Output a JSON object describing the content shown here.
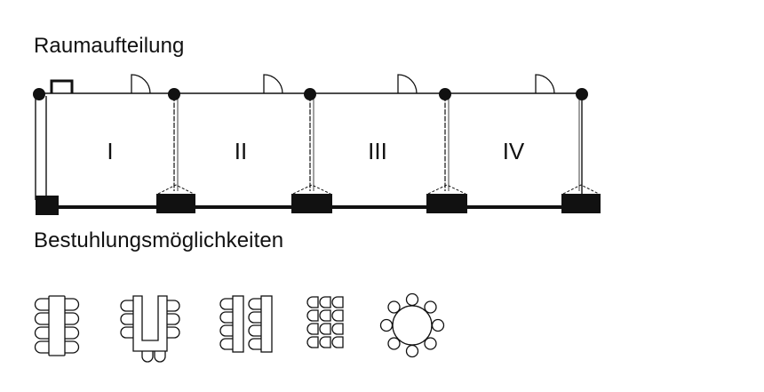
{
  "headings": {
    "room_division": "Raumaufteilung",
    "seating_options": "Bestuhlungsmöglichkeiten"
  },
  "rooms": [
    {
      "label": "I"
    },
    {
      "label": "II"
    },
    {
      "label": "III"
    },
    {
      "label": "IV"
    }
  ],
  "seating_layouts": [
    {
      "name": "boardroom-layout-icon"
    },
    {
      "name": "u-shape-layout-icon"
    },
    {
      "name": "classroom-layout-icon"
    },
    {
      "name": "theater-layout-icon"
    },
    {
      "name": "banquet-layout-icon"
    }
  ],
  "colors": {
    "ink": "#111111",
    "background": "#ffffff"
  }
}
